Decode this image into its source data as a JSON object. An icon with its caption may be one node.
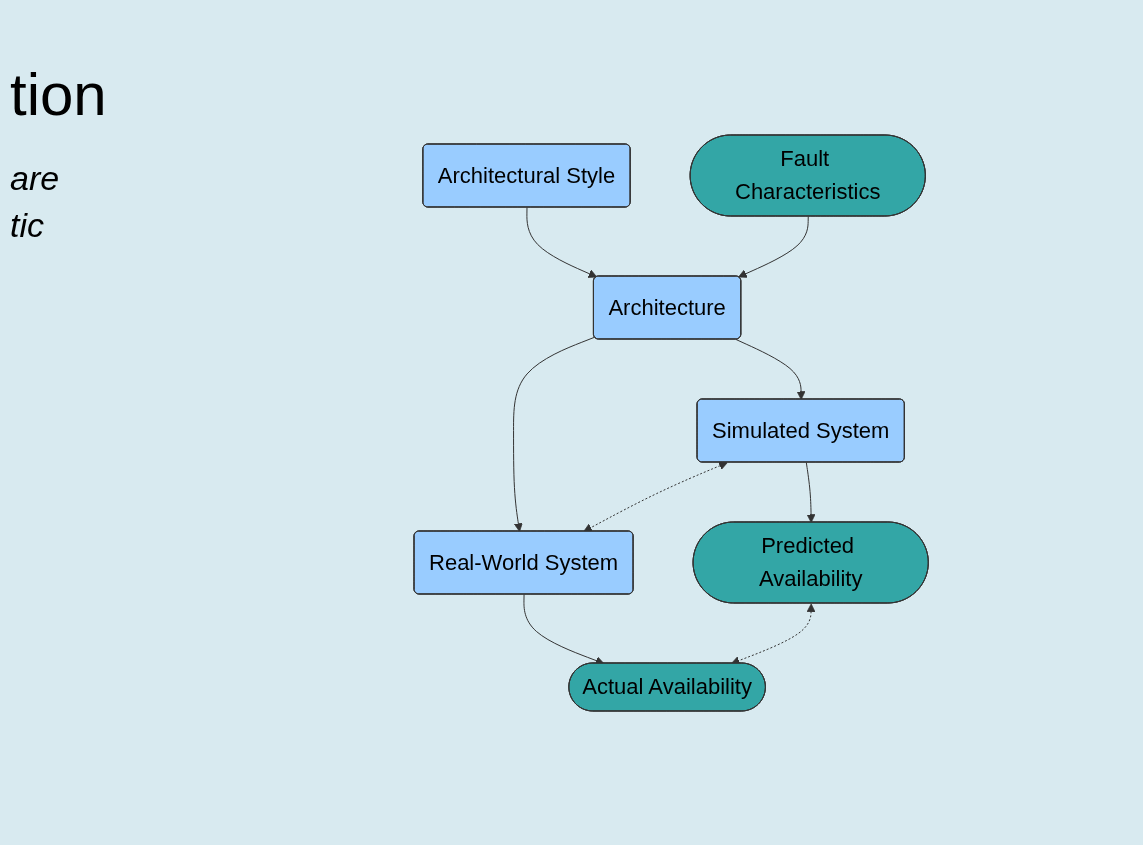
{
  "diagram": {
    "nodes": [
      {
        "text": [
          "Fault Characteristics"
        ]
      },
      {
        "text": [
          "Architectural Style"
        ]
      },
      {
        "text": [
          "Architecture"
        ]
      },
      {
        "text": [
          "Simulated System"
        ]
      },
      {
        "text": [
          "Real-World System"
        ]
      },
      {
        "text": [
          "Predicted Availability"
        ]
      },
      {
        "text": [
          "Actual Availability"
        ]
      }
    ],
    "edges": [
      {
        "from": 1,
        "to": 2,
        "arrow": "to"
      },
      {
        "from": 0,
        "to": 2,
        "arrow": "to"
      },
      {
        "from": 2,
        "to": 3,
        "arrow": "to"
      },
      {
        "from": 2,
        "to": 4,
        "arrow": "to"
      },
      {
        "from": 3,
        "to": 4,
        "arrow": "both",
        "style": "dashed"
      },
      {
        "from": 3,
        "to": 5,
        "arrow": "to"
      },
      {
        "from": 4,
        "to": 6,
        "arrow": "to"
      },
      {
        "from": 5,
        "to": 6,
        "arrow": "both",
        "style": "dashed"
      }
    ],
    "labels": [
      "tion",
      "are",
      "tic"
    ]
  }
}
